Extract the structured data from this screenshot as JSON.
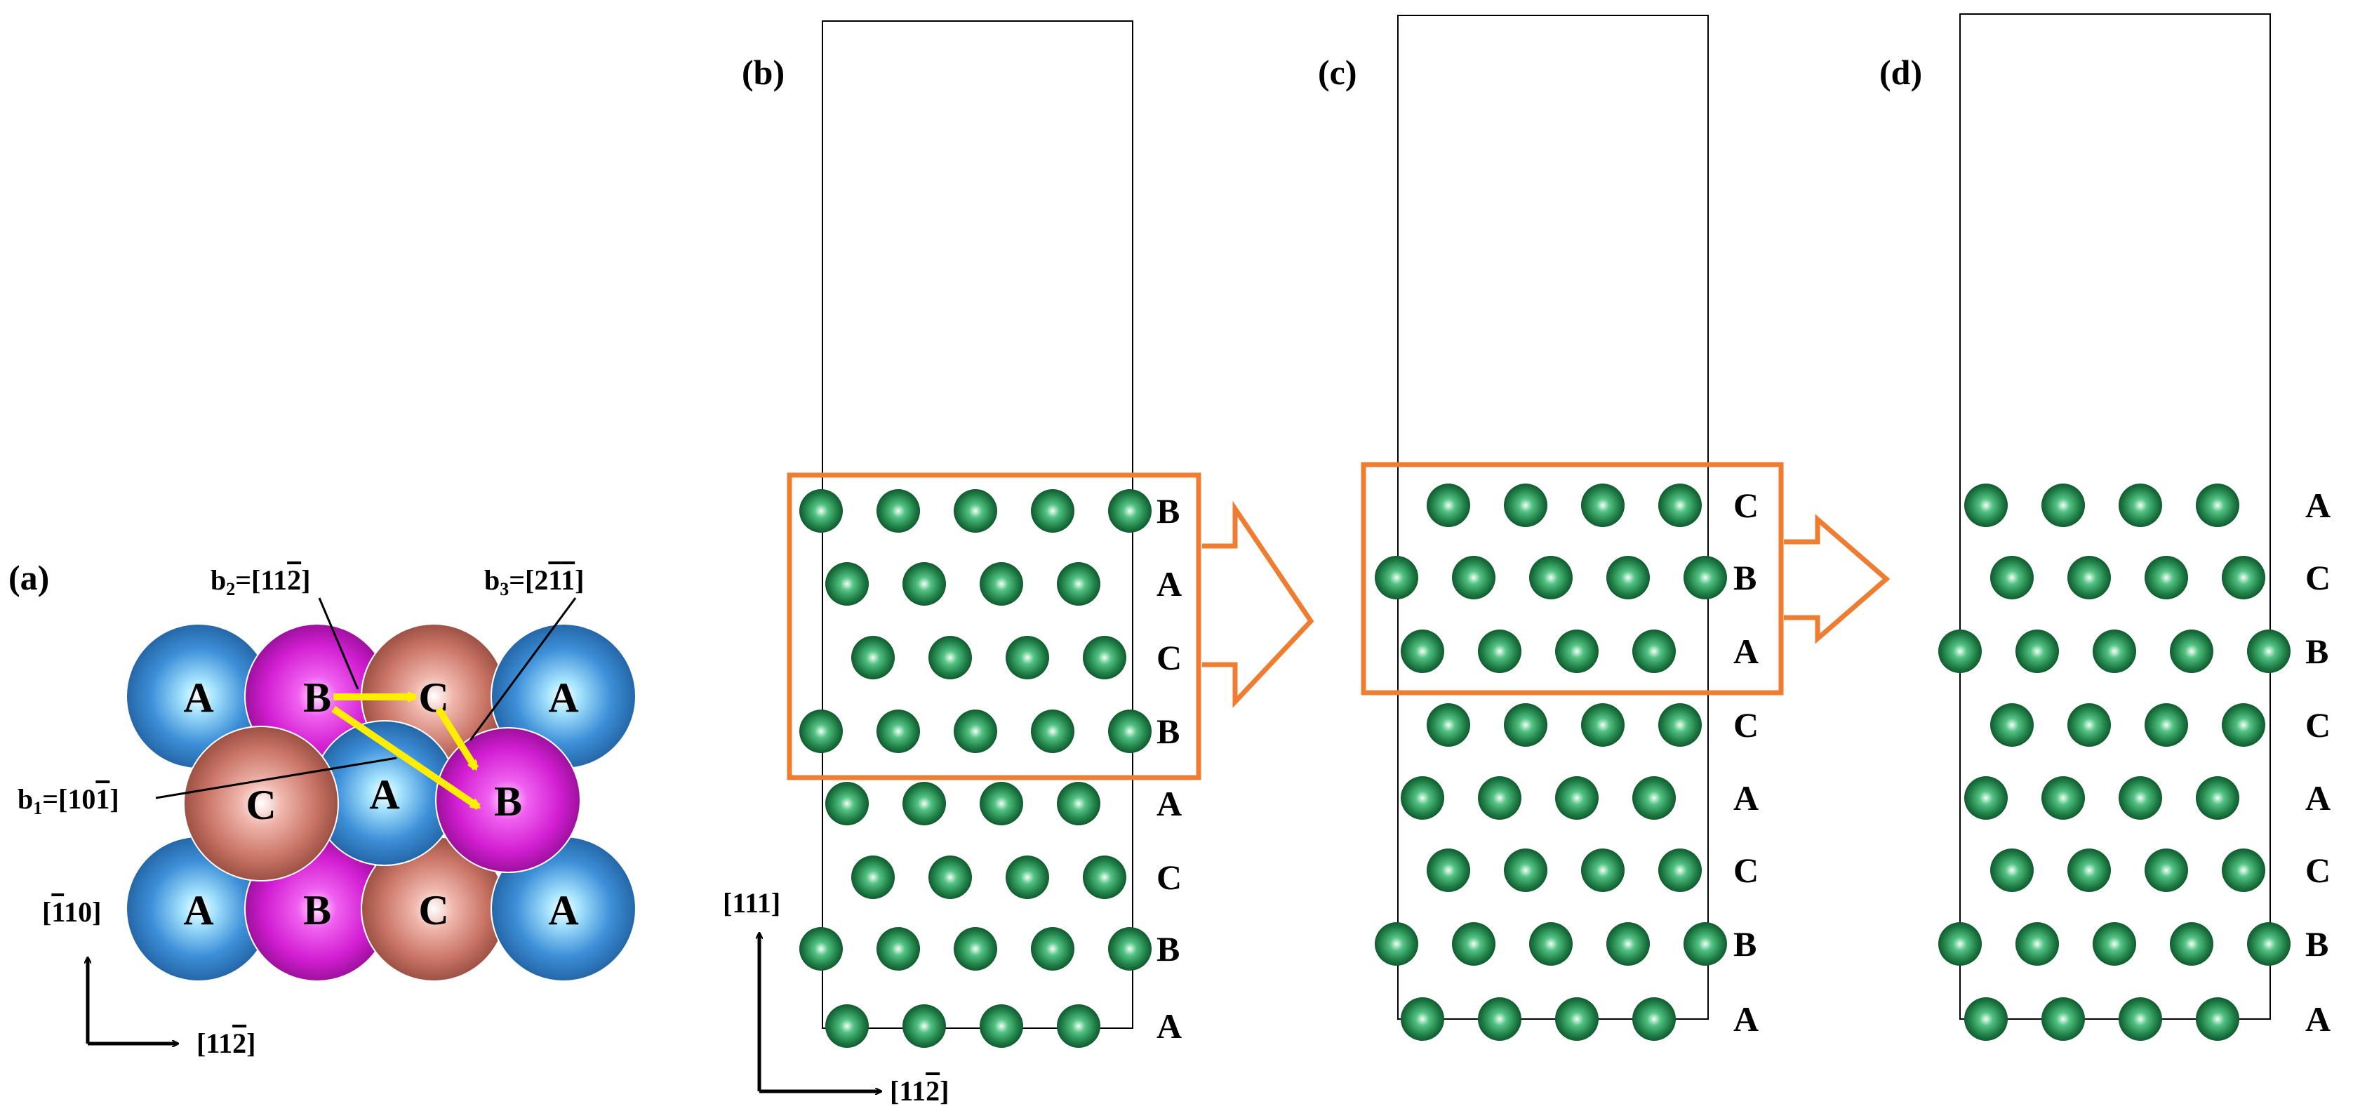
{
  "panel_labels": {
    "a": "(a)",
    "b": "(b)",
    "c": "(c)",
    "d": "(d)"
  },
  "panel_a": {
    "spheres_back": [
      {
        "letter": "A",
        "color": "blue"
      },
      {
        "letter": "B",
        "color": "magenta"
      },
      {
        "letter": "C",
        "color": "salmon"
      },
      {
        "letter": "A",
        "color": "blue"
      },
      {
        "letter": "A",
        "color": "blue"
      },
      {
        "letter": "B",
        "color": "magenta"
      },
      {
        "letter": "C",
        "color": "salmon"
      },
      {
        "letter": "A",
        "color": "blue"
      }
    ],
    "spheres_middle": [
      {
        "letter": "A",
        "color": "blue"
      },
      {
        "letter": "B",
        "color": "magenta"
      }
    ],
    "spheres_front": [
      {
        "letter": "C",
        "color": "salmon"
      }
    ],
    "vectors": {
      "b1": {
        "name": "b",
        "sub": "1",
        "bracket": "=[10",
        "bar_digit": "1",
        "close": "]"
      },
      "b2": {
        "name": "b",
        "sub": "2",
        "bracket": "=[11",
        "bar_digit": "2",
        "close": "]"
      },
      "b3": {
        "name": "b",
        "sub": "3",
        "bracket": "=[2",
        "bar_digit1": "1",
        "bar_digit2": "1",
        "close": "]"
      }
    },
    "axes": {
      "vertical": {
        "open": "[",
        "bar_digit": "1",
        "rest": "10]"
      },
      "horizontal": {
        "open": "[11",
        "bar_digit": "2",
        "close": "]"
      }
    }
  },
  "panel_b": {
    "layers_top_to_bottom": [
      "B",
      "A",
      "C",
      "B",
      "A",
      "C",
      "B",
      "A"
    ],
    "axes": {
      "vertical": "[111]",
      "horizontal": {
        "open": "[11",
        "bar_digit": "2",
        "close": "]"
      }
    }
  },
  "panel_c": {
    "layers_top_to_bottom": [
      "C",
      "B",
      "A",
      "C",
      "A",
      "C",
      "B",
      "A"
    ]
  },
  "panel_d": {
    "layers_top_to_bottom": [
      "A",
      "C",
      "B",
      "C",
      "A",
      "C",
      "B",
      "A"
    ]
  },
  "colors": {
    "atom_green": "#1f7a45",
    "highlight_orange": "#ee7d32",
    "arrow_yellow": "#ffee00",
    "sphere_blue": "#3d8fd8",
    "sphere_magenta": "#d21ed2",
    "sphere_salmon": "#c97466"
  }
}
